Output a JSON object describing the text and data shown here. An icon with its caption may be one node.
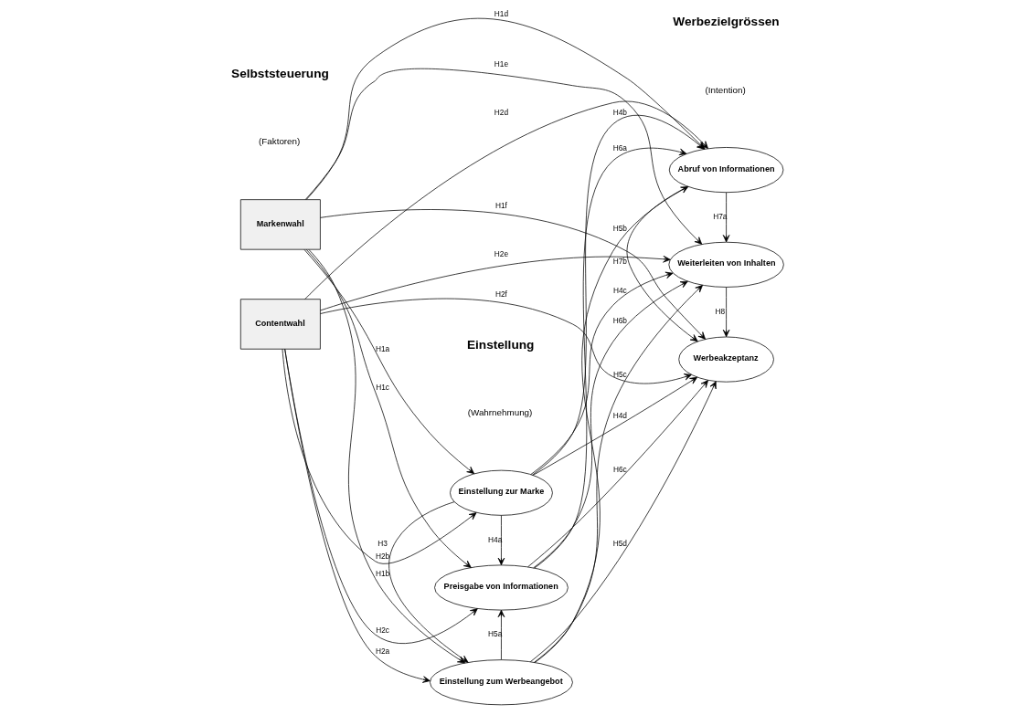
{
  "diagram": {
    "nodes": [
      {
        "text": [
          "Markenwahl"
        ]
      },
      {
        "text": [
          "Contentwahl"
        ]
      },
      {
        "text": [
          "Einstellung zur Marke"
        ]
      },
      {
        "text": [
          "Preisgabe von Informationen"
        ]
      },
      {
        "text": [
          "Einstellung zum Werbeangebot"
        ]
      },
      {
        "text": [
          "Abruf von Informationen"
        ]
      },
      {
        "text": [
          "Weiterleiten von Inhalten"
        ]
      },
      {
        "text": [
          "Werbeakzeptanz"
        ]
      }
    ],
    "edges": [
      {
        "from": 0,
        "to": 2,
        "arrow": "to",
        "label": "H1a"
      },
      {
        "from": 0,
        "to": 3,
        "arrow": "to",
        "label": "H1c"
      },
      {
        "from": 0,
        "to": 4,
        "arrow": "to",
        "label": "H1b"
      },
      {
        "from": 0,
        "to": 5,
        "arrow": "to",
        "label": "H1d"
      },
      {
        "from": 0,
        "to": 6,
        "arrow": "to",
        "label": "H1e"
      },
      {
        "from": 0,
        "to": 7,
        "arrow": "to",
        "label": "H1f"
      },
      {
        "from": 1,
        "to": 2,
        "arrow": "to",
        "label": "H2b"
      },
      {
        "from": 1,
        "to": 3,
        "arrow": "to",
        "label": "H2c"
      },
      {
        "from": 1,
        "to": 4,
        "arrow": "to",
        "label": "H2a"
      },
      {
        "from": 1,
        "to": 7,
        "arrow": "to",
        "label": "H2f"
      },
      {
        "from": 1,
        "to": 6,
        "arrow": "to",
        "label": "H2e"
      },
      {
        "from": 1,
        "to": 5,
        "arrow": "to",
        "label": "H2d"
      },
      {
        "from": 2,
        "to": 5,
        "arrow": "to",
        "label": "H4b"
      },
      {
        "from": 2,
        "to": 3,
        "arrow": "to",
        "label": "H4a"
      },
      {
        "from": 2,
        "to": 6,
        "arrow": "to",
        "label": "H4c"
      },
      {
        "from": 2,
        "to": 7,
        "arrow": "to",
        "label": "H4d"
      },
      {
        "from": 2,
        "to": 4,
        "arrow": "to",
        "label": "H3"
      },
      {
        "from": 3,
        "to": 5,
        "arrow": "to",
        "label": "H6a"
      },
      {
        "from": 3,
        "to": 6,
        "arrow": "to",
        "label": "H6b"
      },
      {
        "from": 3,
        "to": 7,
        "arrow": "to",
        "label": "H6c"
      },
      {
        "from": 4,
        "to": 3,
        "arrow": "to",
        "label": "H5a"
      },
      {
        "from": 4,
        "to": 5,
        "arrow": "to",
        "label": "H5b"
      },
      {
        "from": 4,
        "to": 6,
        "arrow": "to",
        "label": "H5c"
      },
      {
        "from": 4,
        "to": 7,
        "arrow": "to",
        "label": "H5d"
      },
      {
        "from": 5,
        "to": 6,
        "arrow": "to",
        "label": "H7a"
      },
      {
        "from": 5,
        "to": 7,
        "arrow": "to",
        "label": "H7b"
      },
      {
        "from": 6,
        "to": 7,
        "arrow": "to",
        "label": "H8"
      }
    ],
    "labels": [
      "Selbststeuerung",
      "(Faktoren)",
      "Einstellung",
      "(Wahrnehmung)",
      "Werbezielgrössen",
      "(Intention)"
    ]
  }
}
